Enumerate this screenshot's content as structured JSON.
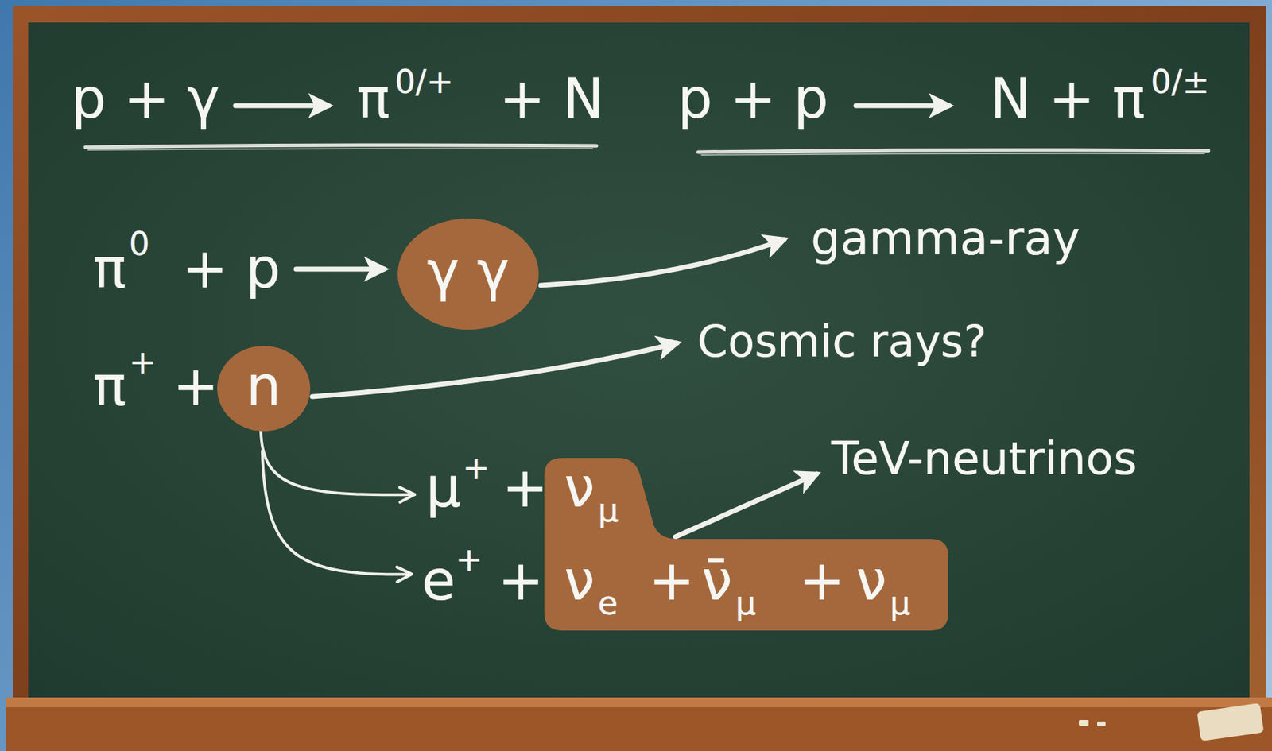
{
  "diagram": {
    "nodes": [
      {
        "text": [
          "γ γ"
        ]
      },
      {
        "text": [
          "n"
        ]
      },
      {
        "text": [
          "ν",
          "μ",
          "ν",
          "e",
          "+",
          "ν̄",
          "μ",
          "+",
          "ν",
          "μ"
        ]
      }
    ],
    "labels": [
      "p + γ",
      "π",
      "0/+",
      "+ N",
      "p + p",
      "N + π",
      "0/±",
      "π",
      "0",
      "+ p",
      "gamma-ray",
      "π",
      "+",
      "+",
      "Cosmic rays?",
      "μ",
      "+",
      "+",
      "e",
      "+",
      "+",
      "TeV-neutrinos"
    ]
  }
}
